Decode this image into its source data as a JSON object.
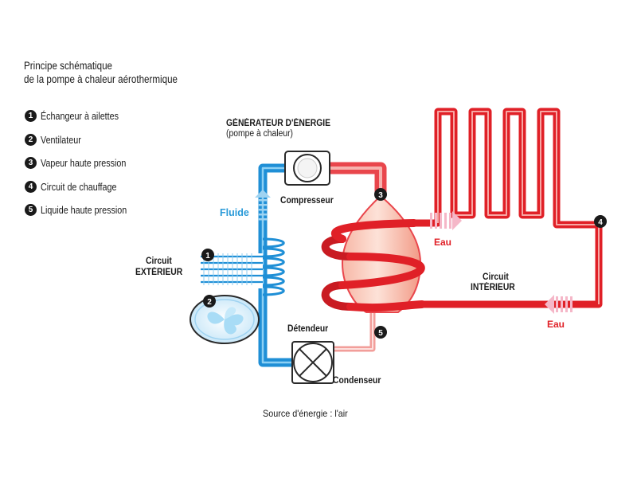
{
  "title": {
    "line1": "Principe schématique",
    "line2": "de la pompe à chaleur aérothermique"
  },
  "legend": [
    {
      "num": "1",
      "label": "Échangeur à ailettes"
    },
    {
      "num": "2",
      "label": "Ventilateur"
    },
    {
      "num": "3",
      "label": "Vapeur haute pression"
    },
    {
      "num": "4",
      "label": "Circuit de chauffage"
    },
    {
      "num": "5",
      "label": "Liquide haute pression"
    }
  ],
  "generator": {
    "title": "GÉNÉRATEUR D'ÉNERGIE",
    "subtitle": "(pompe à chaleur)"
  },
  "labels": {
    "compresseur": "Compresseur",
    "fluide": "Fluide",
    "circuit_ext_1": "Circuit",
    "circuit_ext_2": "EXTÉRIEUR",
    "detendeur": "Détendeur",
    "condenseur": "Condenseur",
    "circuit_int_1": "Circuit",
    "circuit_int_2": "INTÉRIEUR",
    "eau_top": "Eau",
    "eau_bottom": "Eau",
    "source": "Source d'énergie : l'air"
  },
  "markers": [
    "1",
    "2",
    "3",
    "4",
    "5"
  ],
  "colors": {
    "red": "#e02027",
    "red_light": "#f3a3a1",
    "blue": "#1f8fd6",
    "blue_light": "#9fd3f1",
    "fluide_text": "#2a9ad8",
    "eau_text": "#e02027",
    "black": "#1a1a1a"
  }
}
